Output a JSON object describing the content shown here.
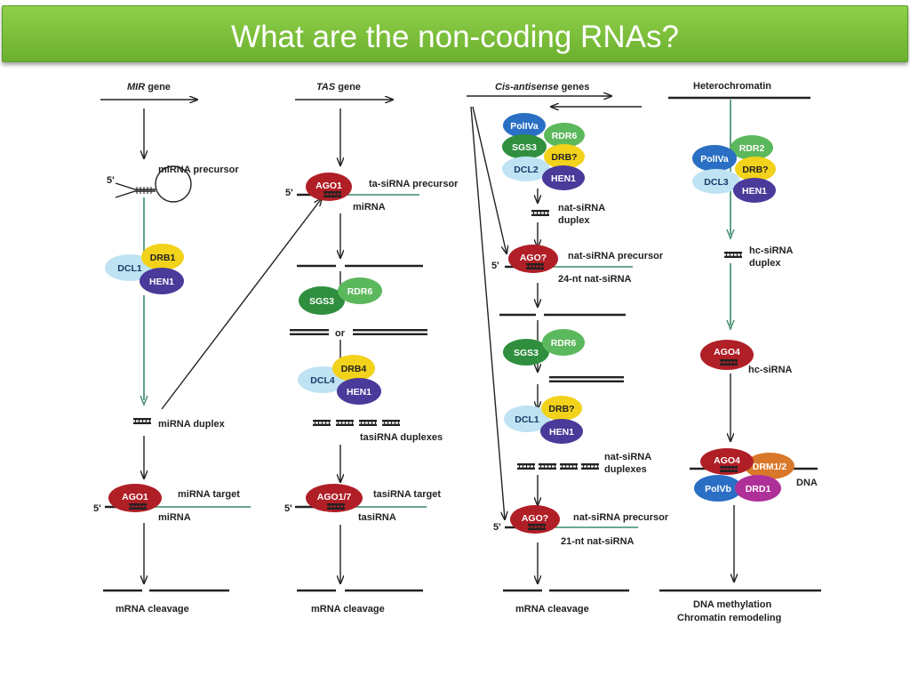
{
  "slide": {
    "title": "What are the non-coding RNAs?"
  },
  "columns": {
    "mir": {
      "header_italic": "MIR",
      "header_rest": " gene",
      "five_prime_1": "5'",
      "precursor": "miRNA precursor",
      "dcl1": "DCL1",
      "drb1": "DRB1",
      "hen1": "HEN1",
      "duplex": "miRNA duplex",
      "ago1": "AGO1",
      "target": "miRNA target",
      "five_prime_2": "5'",
      "mirna": "miRNA",
      "result": "mRNA cleavage"
    },
    "tas": {
      "header_italic": "TAS",
      "header_rest": " gene",
      "five_prime_1": "5'",
      "ago1": "AGO1",
      "precursor": "ta-siRNA precursor",
      "mirna": "miRNA",
      "sgs3": "SGS3",
      "rdr6": "RDR6",
      "or": "or",
      "drb4": "DRB4",
      "dcl4": "DCL4",
      "hen1": "HEN1",
      "duplexes": "tasiRNA duplexes",
      "ago17": "AGO1/7",
      "target": "tasiRNA target",
      "five_prime_2": "5'",
      "tasirna": "tasiRNA",
      "result": "mRNA cleavage"
    },
    "cis": {
      "header_italic": "Cis-antisense",
      "header_rest": " genes",
      "polva": "PolIVa",
      "rdr6": "RDR6",
      "sgs3": "SGS3",
      "drb": "DRB?",
      "dcl2": "DCL2",
      "hen1": "HEN1",
      "nat_duplex_1": "nat-siRNA",
      "nat_duplex_2": "duplex",
      "five_prime_1": "5'",
      "ago_q1": "AGO?",
      "precursor_1": "nat-siRNA precursor",
      "nt24": "24-nt nat-siRNA",
      "sgs3_b": "SGS3",
      "rdr6_b": "RDR6",
      "drb_b": "DRB?",
      "dcl1": "DCL1",
      "hen1_b": "HEN1",
      "duplexes_1": "nat-siRNA",
      "duplexes_2": "duplexes",
      "five_prime_2": "5'",
      "ago_q2": "AGO?",
      "precursor_2": "nat-siRNA precursor",
      "nt21": "21-nt nat-siRNA",
      "result": "mRNA cleavage"
    },
    "het": {
      "header": "Heterochromatin",
      "polva": "PolIVa",
      "rdr2": "RDR2",
      "drb": "DRB?",
      "dcl3": "DCL3",
      "hen1": "HEN1",
      "duplex_1": "hc-siRNA",
      "duplex_2": "duplex",
      "ago4": "AGO4",
      "hcsirna": "hc-siRNA",
      "ago4_b": "AGO4",
      "drm12": "DRM1/2",
      "polvb": "PolVb",
      "drd1": "DRD1",
      "dna": "DNA",
      "result_1": "DNA methylation",
      "result_2": "Chromatin remodeling"
    }
  },
  "colors": {
    "title_bar": "#7cc03c",
    "ago_red": "#b01e26",
    "dcl_lightblue": "#bfe3f2",
    "drb_yellow": "#f2d21a",
    "hen_purple": "#4a3a9a",
    "rdr_green": "#5cb85c",
    "sgs_green": "#2f8f3f",
    "pol_blue": "#2a6fc4",
    "drm_orange": "#d9782a",
    "drd_magenta": "#b0309a"
  }
}
